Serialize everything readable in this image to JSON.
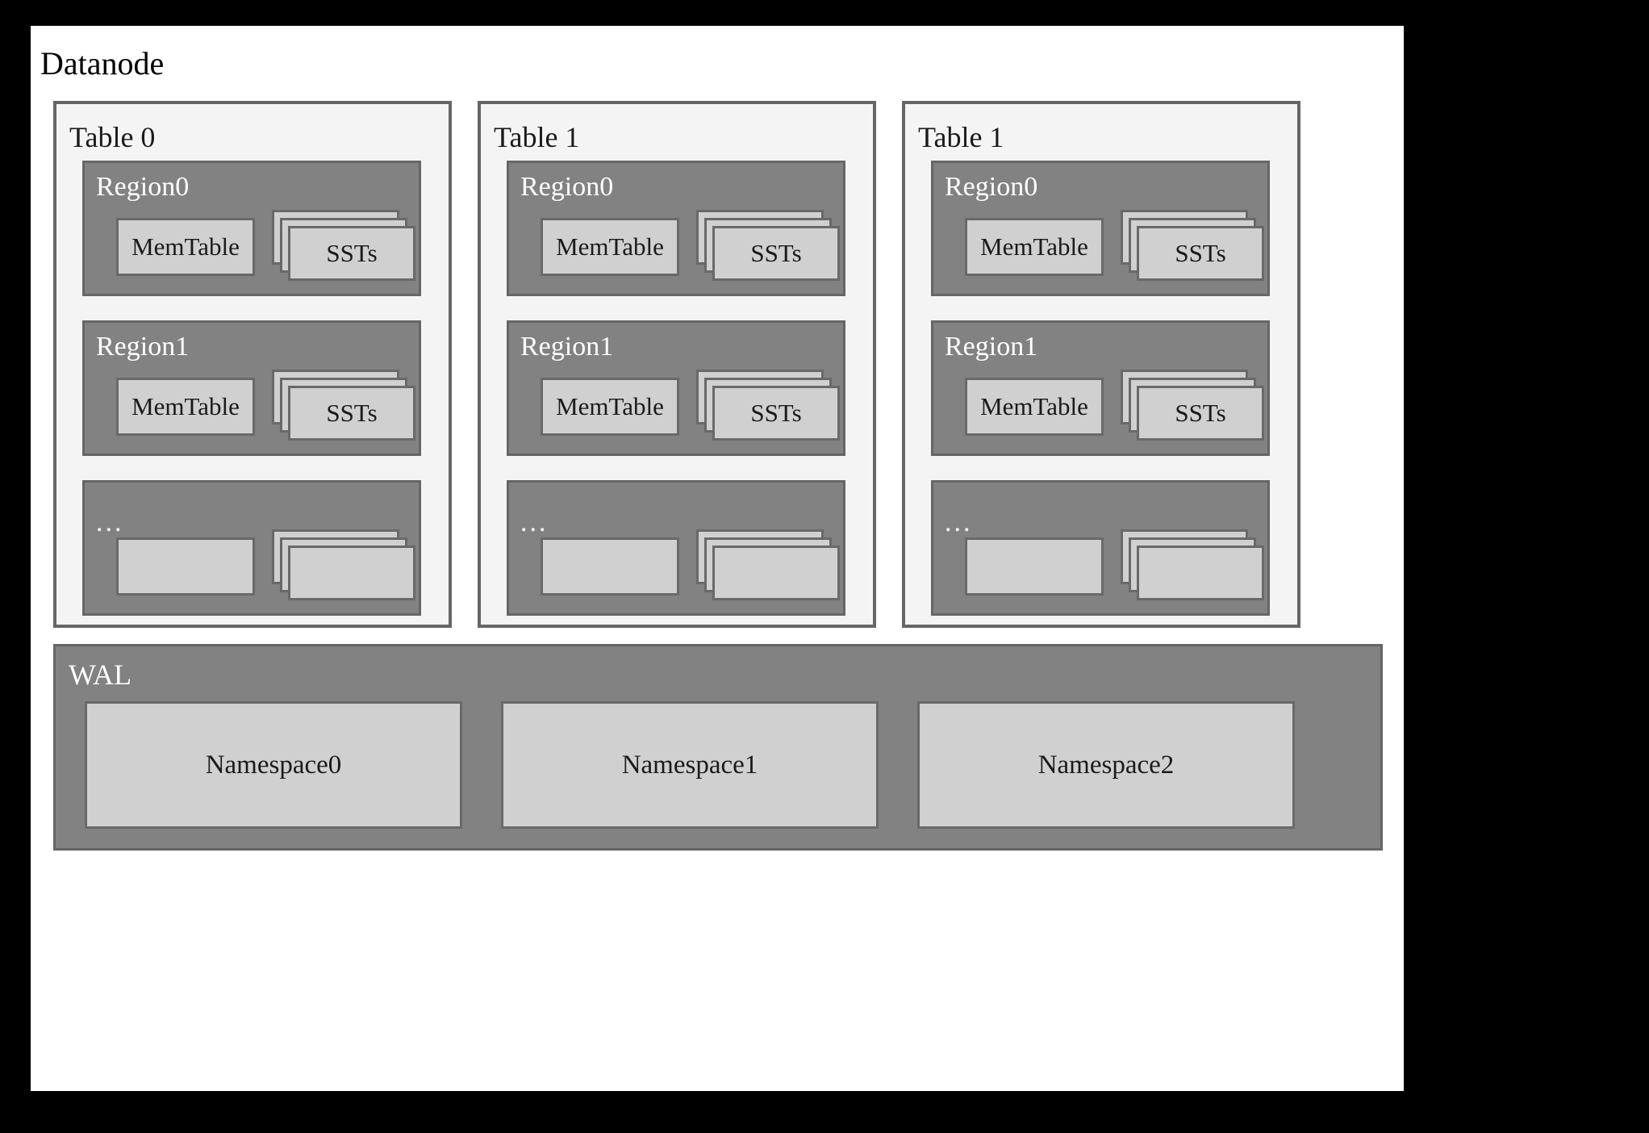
{
  "diagram": {
    "title": "Datanode",
    "colors": {
      "outer_border": "#000000",
      "canvas_background": "#ffffff",
      "table_panel_fill": "#f4f4f4",
      "table_panel_border": "#666666",
      "region_fill": "#828282",
      "region_border": "#666666",
      "inner_box_fill": "#d0d0d0",
      "inner_box_border": "#696969",
      "dark_text": "#1a1a1a",
      "light_text": "#ffffff"
    }
  },
  "tables": [
    {
      "label": "Table 0",
      "regions": [
        {
          "label": "Region0",
          "memtable": "MemTable",
          "ssts": "SSTs",
          "sst_layers": 3
        },
        {
          "label": "Region1",
          "memtable": "MemTable",
          "ssts": "SSTs",
          "sst_layers": 3
        },
        {
          "label": "...",
          "memtable": "",
          "ssts": "",
          "sst_layers": 3
        }
      ]
    },
    {
      "label": "Table 1",
      "regions": [
        {
          "label": "Region0",
          "memtable": "MemTable",
          "ssts": "SSTs",
          "sst_layers": 3
        },
        {
          "label": "Region1",
          "memtable": "MemTable",
          "ssts": "SSTs",
          "sst_layers": 3
        },
        {
          "label": "...",
          "memtable": "",
          "ssts": "",
          "sst_layers": 3
        }
      ]
    },
    {
      "label": "Table 1",
      "regions": [
        {
          "label": "Region0",
          "memtable": "MemTable",
          "ssts": "SSTs",
          "sst_layers": 3
        },
        {
          "label": "Region1",
          "memtable": "MemTable",
          "ssts": "SSTs",
          "sst_layers": 3
        },
        {
          "label": "...",
          "memtable": "",
          "ssts": "",
          "sst_layers": 3
        }
      ]
    }
  ],
  "wal": {
    "label": "WAL",
    "namespaces": [
      {
        "label": "Namespace0"
      },
      {
        "label": "Namespace1"
      },
      {
        "label": "Namespace2"
      }
    ]
  }
}
